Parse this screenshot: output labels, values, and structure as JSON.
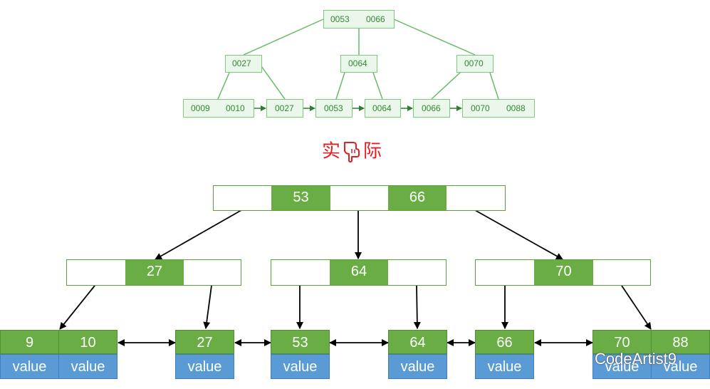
{
  "top_tree": {
    "root": [
      "0053",
      "0066"
    ],
    "level1": [
      [
        "0027"
      ],
      [
        "0064"
      ],
      [
        "0070"
      ]
    ],
    "leaves": [
      [
        "0009",
        "0010"
      ],
      [
        "0027"
      ],
      [
        "0053"
      ],
      [
        "0064"
      ],
      [
        "0066"
      ],
      [
        "0070",
        "0088"
      ]
    ]
  },
  "caption": {
    "left": "实",
    "right": "际",
    "icon": "pointing-hand-down-icon",
    "color": "#e02020"
  },
  "bottom_tree": {
    "root": [
      "53",
      "66"
    ],
    "level1": [
      [
        "27"
      ],
      [
        "64"
      ],
      [
        "70"
      ]
    ],
    "leaves": [
      {
        "keys": [
          "9",
          "10"
        ],
        "values": [
          "value",
          "value"
        ]
      },
      {
        "keys": [
          "27"
        ],
        "values": [
          "value"
        ]
      },
      {
        "keys": [
          "53"
        ],
        "values": [
          "value"
        ]
      },
      {
        "keys": [
          "64"
        ],
        "values": [
          "value"
        ]
      },
      {
        "keys": [
          "66"
        ],
        "values": [
          "value"
        ]
      },
      {
        "keys": [
          "70",
          "88"
        ],
        "values": [
          "value",
          "value"
        ]
      }
    ]
  },
  "colors": {
    "key_green": "#6aad45",
    "value_blue": "#5b9bd5",
    "small_tree_green": "#2f8a2f"
  },
  "watermark": {
    "icon": "wechat-icon",
    "text": "CodeArtist9"
  }
}
